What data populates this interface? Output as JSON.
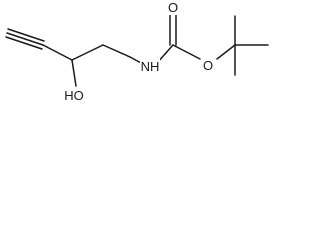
{
  "molecule": {
    "atoms": {
      "nitrogen": "NH",
      "carbonyl_oxygen": "O",
      "ester_oxygen": "O",
      "hydroxyl": "HO"
    }
  }
}
